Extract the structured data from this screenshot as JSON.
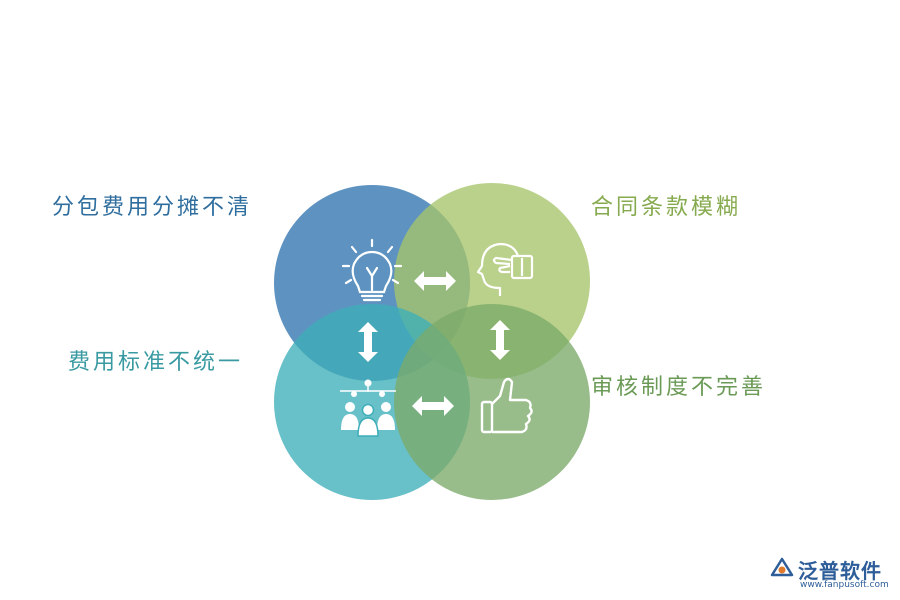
{
  "labels": {
    "top_left": "分包费用分摊不清",
    "top_right": "合同条款模糊",
    "bottom_left": "费用标准不统一",
    "bottom_right": "审核制度不完善"
  },
  "logo": {
    "name": "泛普软件",
    "url": "www.fanpusoft.com"
  },
  "colors": {
    "top_left": "#3a7bb3",
    "top_right": "#a6c46a",
    "bottom_left": "#3eaeb8",
    "bottom_right": "#7bab6a",
    "label_top_left": "#2f6e9e",
    "label_top_right": "#86aa4e",
    "label_bottom_left": "#3a9aa2",
    "label_bottom_right": "#6a9a56",
    "icon": "#ffffff",
    "brand": "#2e5e99"
  },
  "icons": {
    "top_left": "lightbulb-icon",
    "top_right": "head-hand-icon",
    "bottom_left": "team-network-icon",
    "bottom_right": "thumbs-up-icon",
    "arrows": [
      "double-arrow-horizontal-icon",
      "double-arrow-vertical-icon"
    ]
  }
}
